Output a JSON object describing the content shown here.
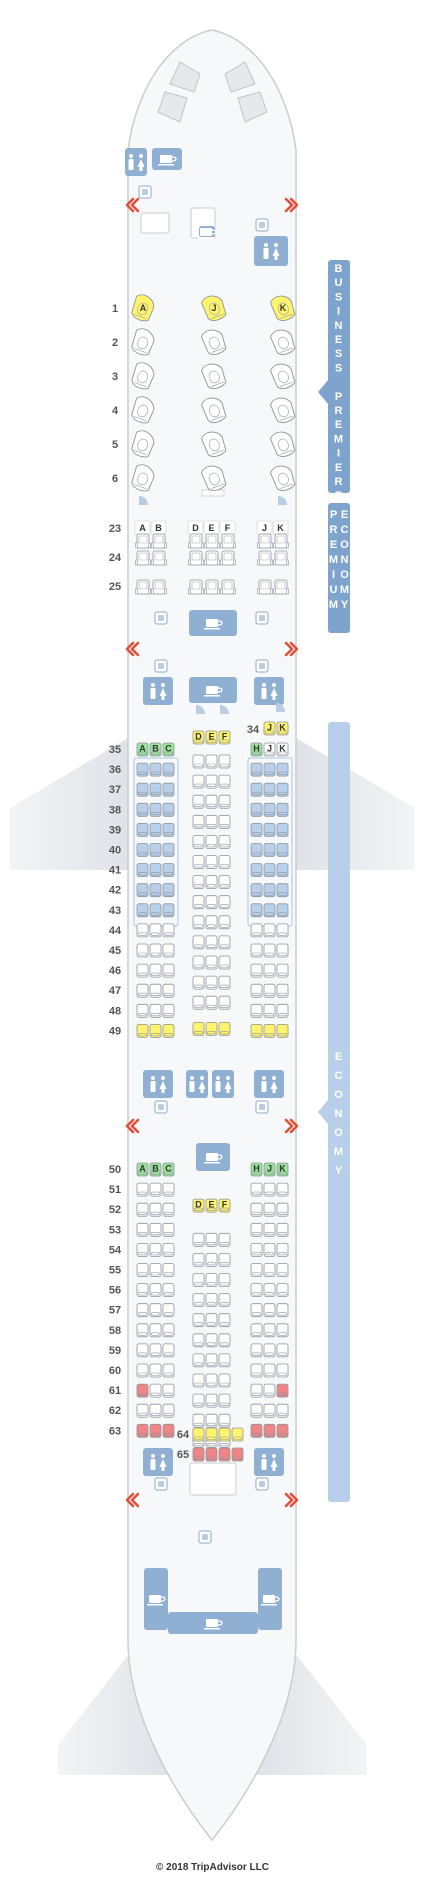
{
  "copyright": "© 2018 TripAdvisor LLC",
  "colors": {
    "fuselage": "#f6f7f9",
    "outline": "#c8ccd2",
    "wing": "#e9ebef",
    "facility": "#8fb0d3",
    "cabin_bar": "#7ea3cd",
    "standard": "#ffffff",
    "extra_legroom": "#b8d0ea",
    "preferred": "#fff46b",
    "bad": "#f08585",
    "exit_row": "#9be29b",
    "exit_arrow": "#e0513c"
  },
  "cabins": {
    "business": {
      "label": "BUSINESS PREMIERE",
      "rows": [
        "1",
        "2",
        "3",
        "4",
        "5",
        "6"
      ],
      "seat_letters": [
        "A",
        "J",
        "K"
      ]
    },
    "premium": {
      "label_line1": "PREMIUM",
      "label_line2": "ECONOMY",
      "rows": [
        "23",
        "24",
        "25"
      ],
      "seat_letters": [
        "A",
        "B",
        "D",
        "E",
        "F",
        "J",
        "K"
      ]
    },
    "economy": {
      "label": "ECONOMY",
      "front_rows": [
        "35",
        "36",
        "37",
        "38",
        "39",
        "40",
        "41",
        "42",
        "43",
        "44",
        "45",
        "46",
        "47",
        "48",
        "49"
      ],
      "rear_rows": [
        "50",
        "51",
        "52",
        "53",
        "54",
        "55",
        "56",
        "57",
        "58",
        "59",
        "60",
        "61",
        "62",
        "63"
      ],
      "row_34_label": "34",
      "row_64_label": "64",
      "row_65_label": "65",
      "letters_left": [
        "A",
        "B",
        "C"
      ],
      "letters_mid": [
        "D",
        "E",
        "F"
      ],
      "letters_right": [
        "H",
        "J",
        "K"
      ],
      "letters_34": [
        "J",
        "K"
      ]
    }
  },
  "icons": [
    "lavatory-icon",
    "galley-icon",
    "bassinet-icon",
    "exit-arrow-icon"
  ]
}
